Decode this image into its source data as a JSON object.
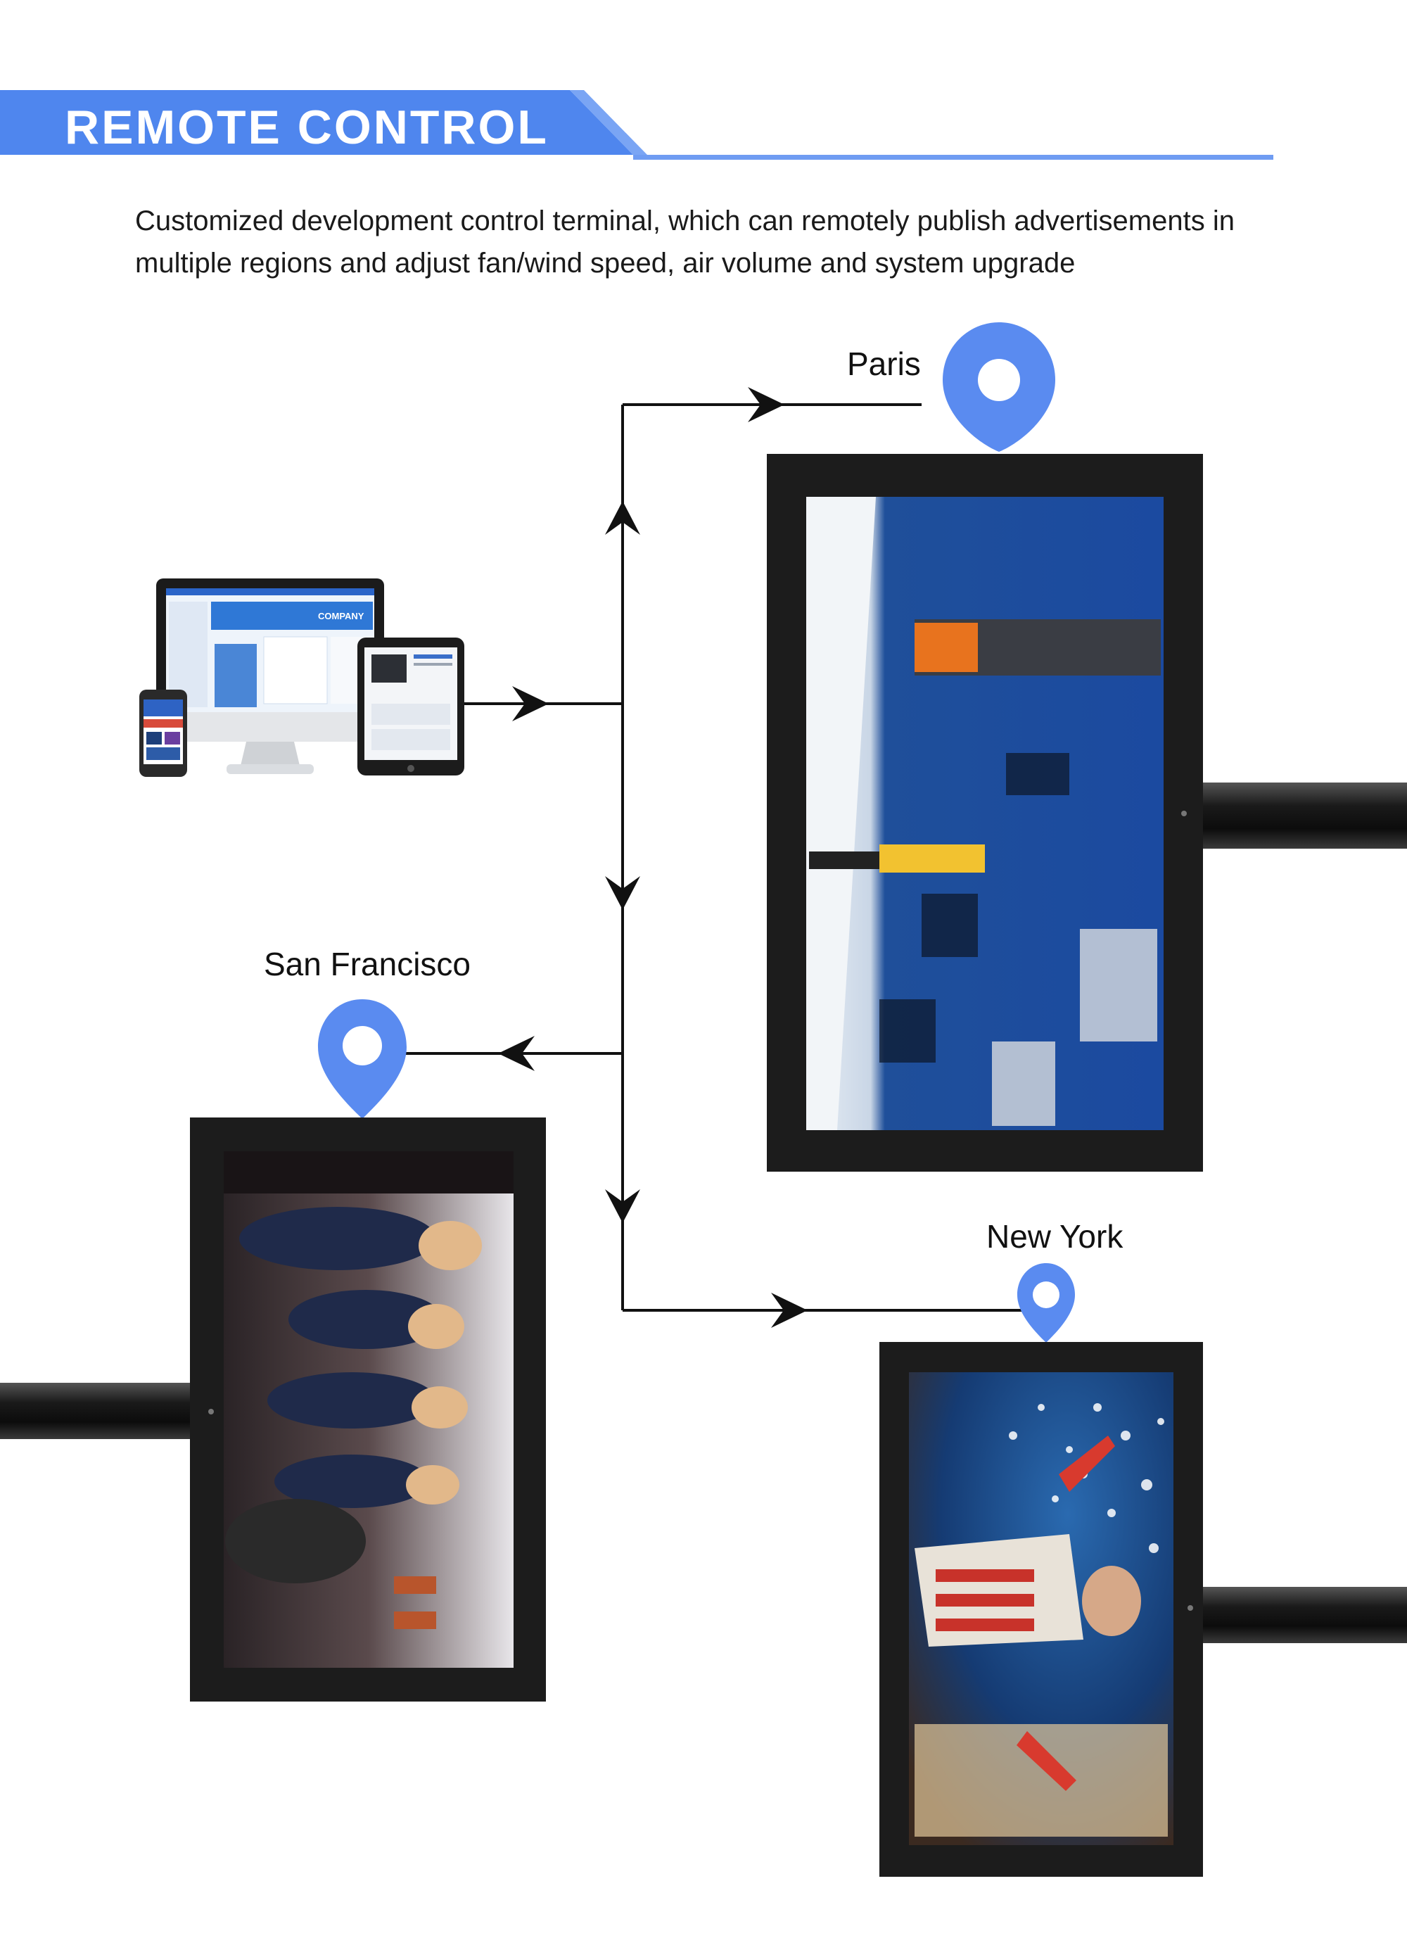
{
  "header": {
    "title": "REMOTE CONTROL"
  },
  "description": "Customized development control terminal, which can remotely publish advertisements in multiple regions and adjust fan/wind speed, air volume and system upgrade",
  "locations": {
    "paris": "Paris",
    "san_francisco": "San Francisco",
    "new_york": "New York"
  },
  "controller_devices": {
    "desktop_brand": "COMPANY"
  },
  "colors": {
    "accent": "#4f86ee",
    "accent_light": "#6f9cf2",
    "pin": "#5a8bf0",
    "frame": "#1c1c1c",
    "arrow": "#111111"
  },
  "screens": [
    {
      "location": "Paris",
      "content": "ski-lift-scene"
    },
    {
      "location": "San Francisco",
      "content": "runway-show-scene"
    },
    {
      "location": "New York",
      "content": "winter-street-scene"
    }
  ]
}
